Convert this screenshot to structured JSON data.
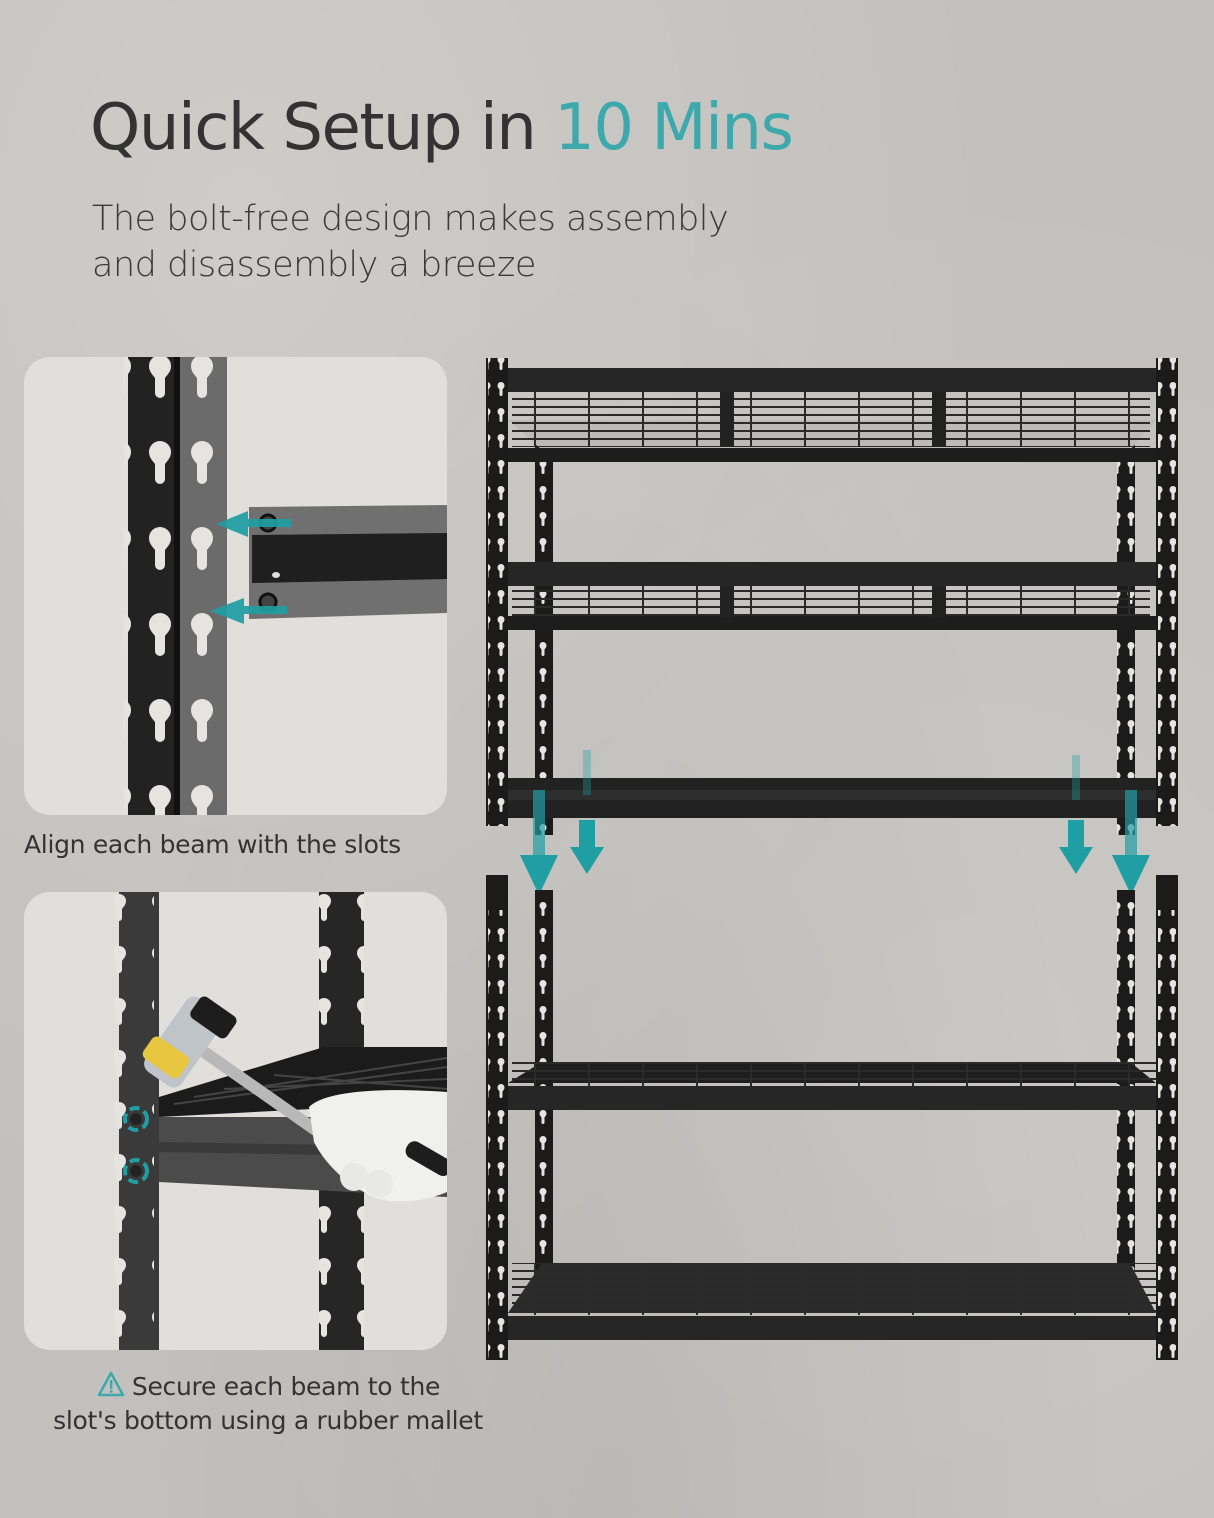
{
  "header": {
    "title_main": "Quick Setup in ",
    "title_accent": "10 Mins",
    "subtitle_line1": "The bolt-free design makes assembly",
    "subtitle_line2": "and disassembly a breeze"
  },
  "steps": [
    {
      "image": "upright-slots-beam-insertion",
      "caption": "Align each beam with the slots"
    },
    {
      "image": "rubber-mallet-securing-beam",
      "icon": "warning-icon",
      "caption_line1": "Secure each beam to the",
      "caption_line2": "slot's bottom using a rubber mallet"
    }
  ],
  "product": {
    "image": "5-tier-metal-storage-shelf-exploded",
    "tiers": 5
  },
  "colors": {
    "accent": "#3ea9ad",
    "arrow": "#1f9ea3",
    "text": "#333333",
    "background": "#c3c1bd",
    "panel": "#e1dfdb",
    "steel": "#1e1e1e"
  }
}
